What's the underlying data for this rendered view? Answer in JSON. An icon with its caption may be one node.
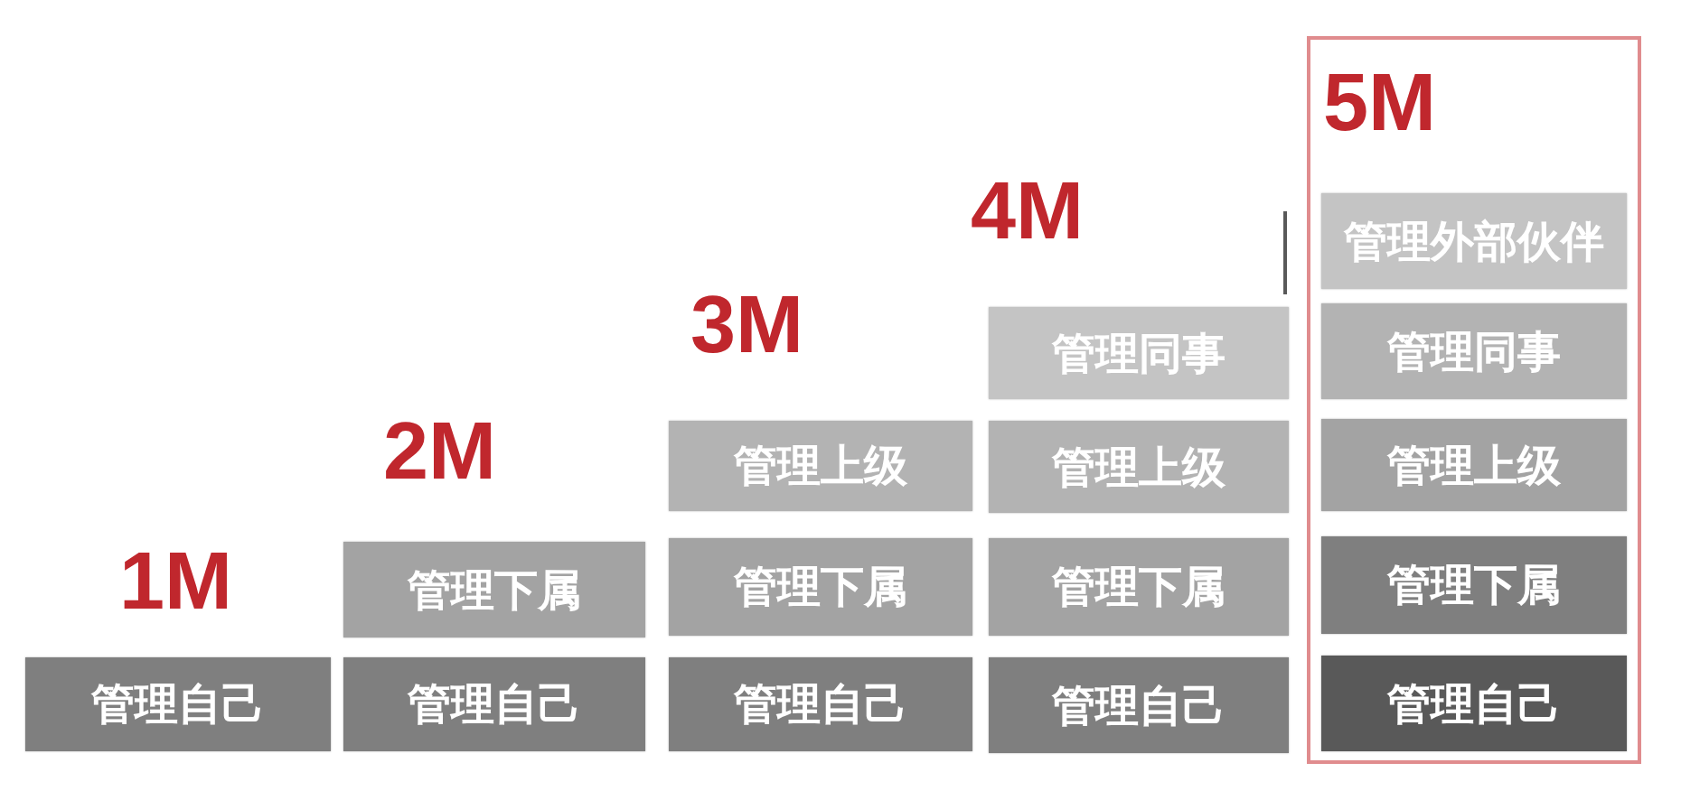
{
  "diagram": {
    "nodes": [
      {
        "text": [
          "管理自己"
        ]
      },
      {
        "text": [
          "管理下属"
        ]
      },
      {
        "text": [
          "管理自己"
        ]
      },
      {
        "text": [
          "管理上级"
        ]
      },
      {
        "text": [
          "管理下属"
        ]
      },
      {
        "text": [
          "管理自己"
        ]
      },
      {
        "text": [
          "管理同事"
        ]
      },
      {
        "text": [
          "管理上级"
        ]
      },
      {
        "text": [
          "管理下属"
        ]
      },
      {
        "text": [
          "管理自己"
        ]
      },
      {
        "text": [
          "5M"
        ]
      },
      {
        "text": [
          "管理外部伙伴"
        ],
        "in": 10
      },
      {
        "text": [
          "管理同事"
        ],
        "in": 10
      },
      {
        "text": [
          "管理上级"
        ],
        "in": 10
      },
      {
        "text": [
          "管理下属"
        ],
        "in": 10
      },
      {
        "text": [
          "管理自己"
        ],
        "in": 10
      }
    ],
    "labels": [
      "1M",
      "2M",
      "3M",
      "4M"
    ]
  }
}
